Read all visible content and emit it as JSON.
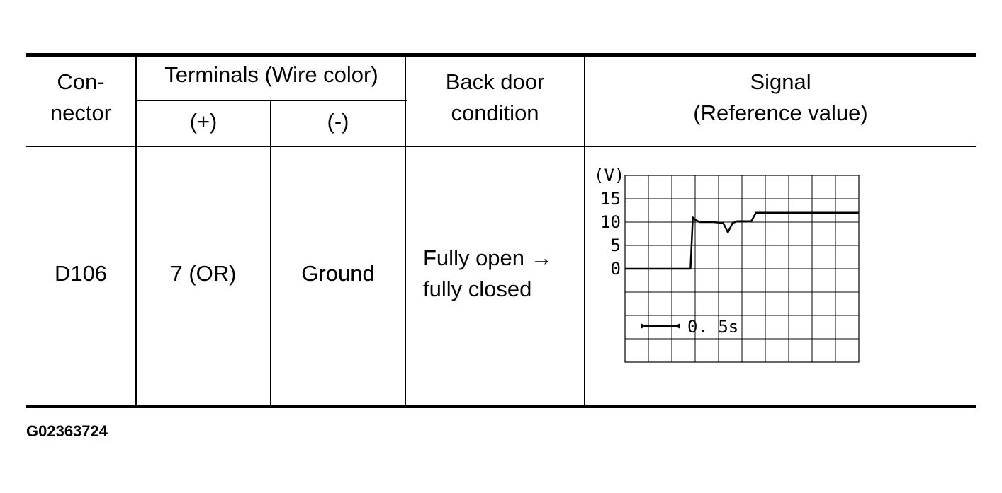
{
  "table": {
    "headers": {
      "connector": [
        "Con-",
        "nector"
      ],
      "terminals": "Terminals (Wire color)",
      "plus": "(+)",
      "minus": "(-)",
      "condition": [
        "Back door",
        "condition"
      ],
      "signal": [
        "Signal",
        "(Reference value)"
      ]
    },
    "row": {
      "connector": "D106",
      "plus": "7 (OR)",
      "minus": "Ground",
      "condition": [
        "Fully open →",
        "fully closed"
      ]
    }
  },
  "chart_data": {
    "type": "line",
    "title": "",
    "ylabel": "(V)",
    "yticks": [
      "15",
      "10",
      "5",
      "0"
    ],
    "ylim": [
      -20,
      20
    ],
    "xlim": [
      0,
      5
    ],
    "x_scale_label": "0. 5s",
    "x_per_division_s": 0.5,
    "grid": true,
    "series": [
      {
        "points": [
          [
            0,
            0
          ],
          [
            1.4,
            0
          ],
          [
            1.45,
            11
          ],
          [
            1.5,
            10.5
          ],
          [
            1.6,
            10
          ],
          [
            1.9,
            10
          ],
          [
            2.1,
            9.8
          ],
          [
            2.2,
            7.8
          ],
          [
            2.3,
            9.8
          ],
          [
            2.4,
            10.2
          ],
          [
            2.7,
            10.2
          ],
          [
            2.8,
            12
          ],
          [
            5,
            12
          ]
        ]
      }
    ]
  },
  "figure_id": "G02363724"
}
